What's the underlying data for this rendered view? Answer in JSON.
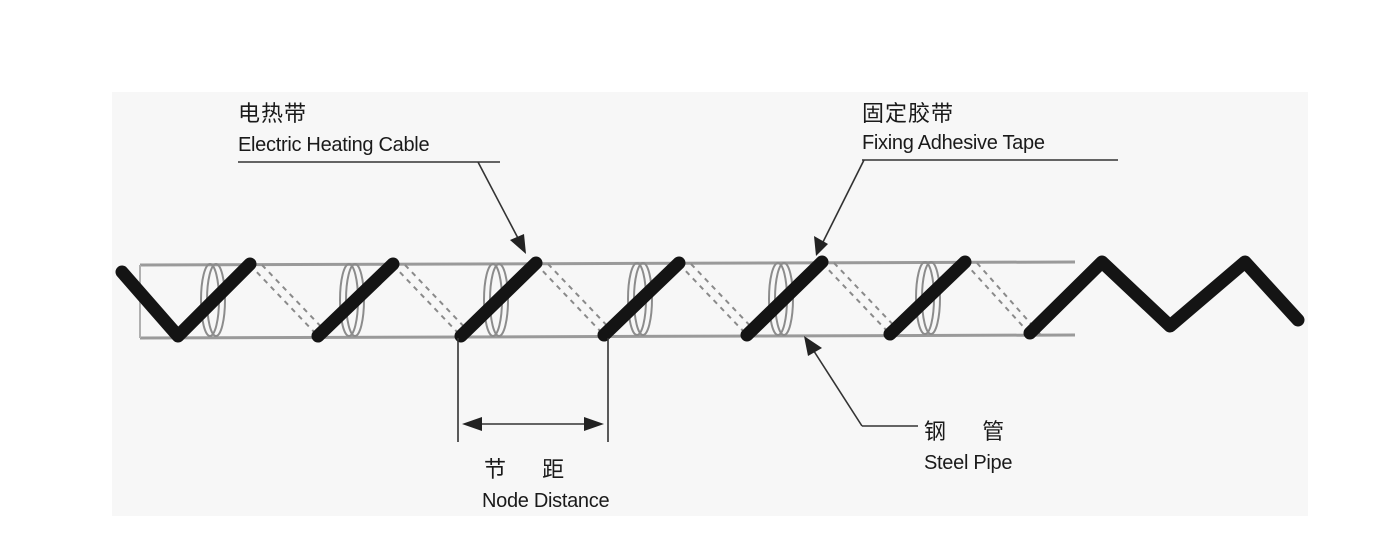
{
  "labels": {
    "cable_cn": "电热带",
    "cable_en": "Electric Heating Cable",
    "tape_cn": "固定胶带",
    "tape_en": "Fixing Adhesive Tape",
    "pipe_cn": "钢 管",
    "pipe_en": "Steel Pipe",
    "node_cn": "节 距",
    "node_en": "Node Distance"
  },
  "colors": {
    "cable": "#141414",
    "pipe_outline": "#9a9a9a",
    "tape": "#888888",
    "text": "#1a1a1a",
    "panel": "#f7f7f7"
  }
}
